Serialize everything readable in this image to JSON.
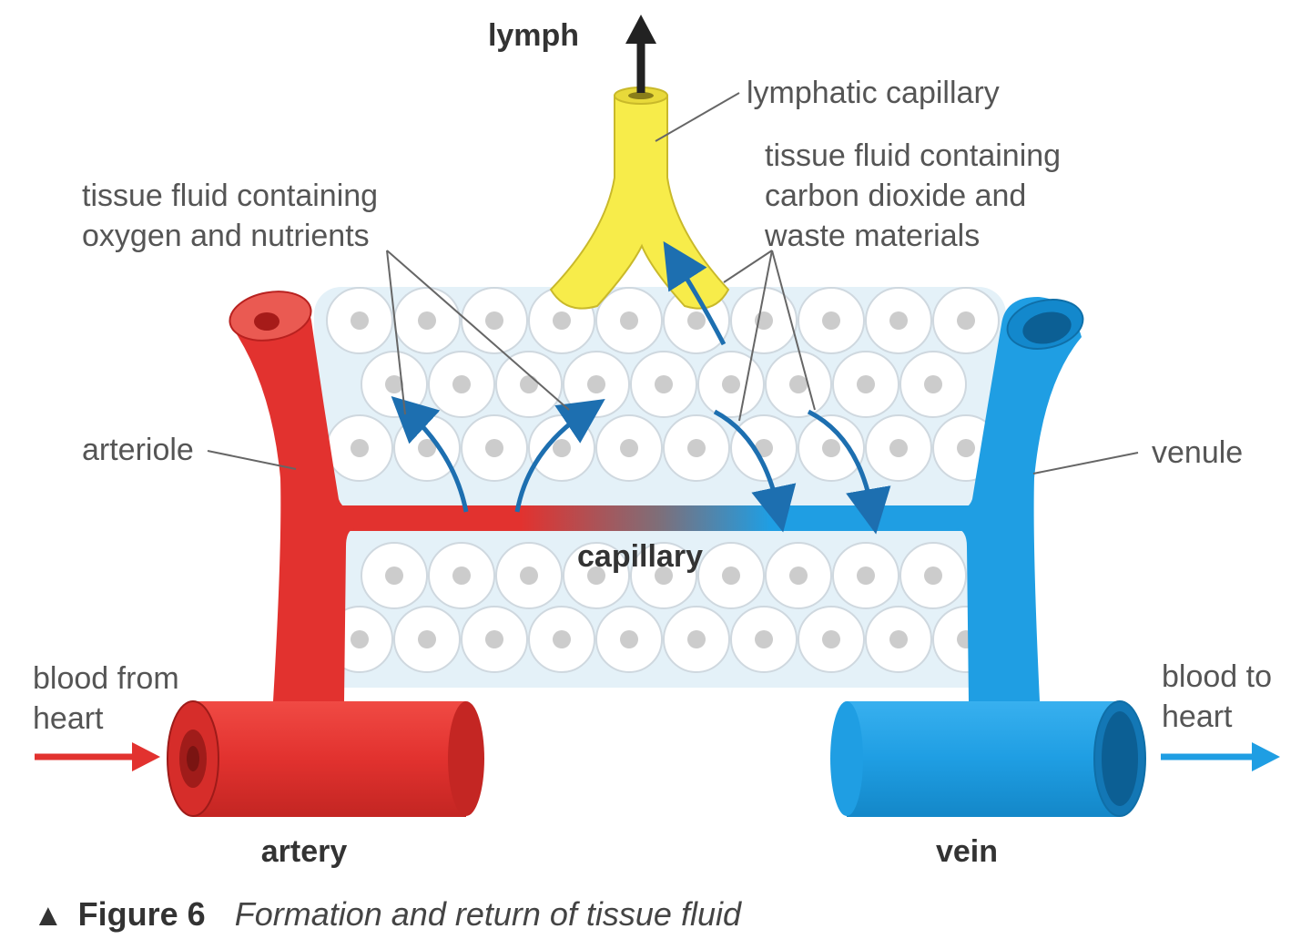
{
  "labels": {
    "lymph": "lymph",
    "lymphatic_capillary": "lymphatic capillary",
    "tissue_fluid_out_line1": "tissue fluid containing",
    "tissue_fluid_out_line2": "oxygen and nutrients",
    "tissue_fluid_in_line1": "tissue fluid containing",
    "tissue_fluid_in_line2": "carbon dioxide and",
    "tissue_fluid_in_line3": "waste materials",
    "arteriole": "arteriole",
    "venule": "venule",
    "capillary": "capillary",
    "blood_from_line1": "blood from",
    "blood_from_line2": "heart",
    "blood_to_line1": "blood to",
    "blood_to_line2": "heart",
    "artery": "artery",
    "vein": "vein"
  },
  "caption": {
    "marker": "▲",
    "figure": "Figure 6",
    "text": "Formation and return of tissue fluid"
  },
  "colors": {
    "artery": "#e2322f",
    "artery_dark": "#b8211f",
    "vein": "#1f9ee3",
    "vein_dark": "#0f6fa8",
    "lymph": "#f7ec4a",
    "arrow_blue": "#1d6fb0",
    "cell_fill": "#ffffff",
    "cell_stroke": "#cfd8df",
    "nucleus": "#cccccc",
    "tissue_bg": "#e4f1f8"
  }
}
